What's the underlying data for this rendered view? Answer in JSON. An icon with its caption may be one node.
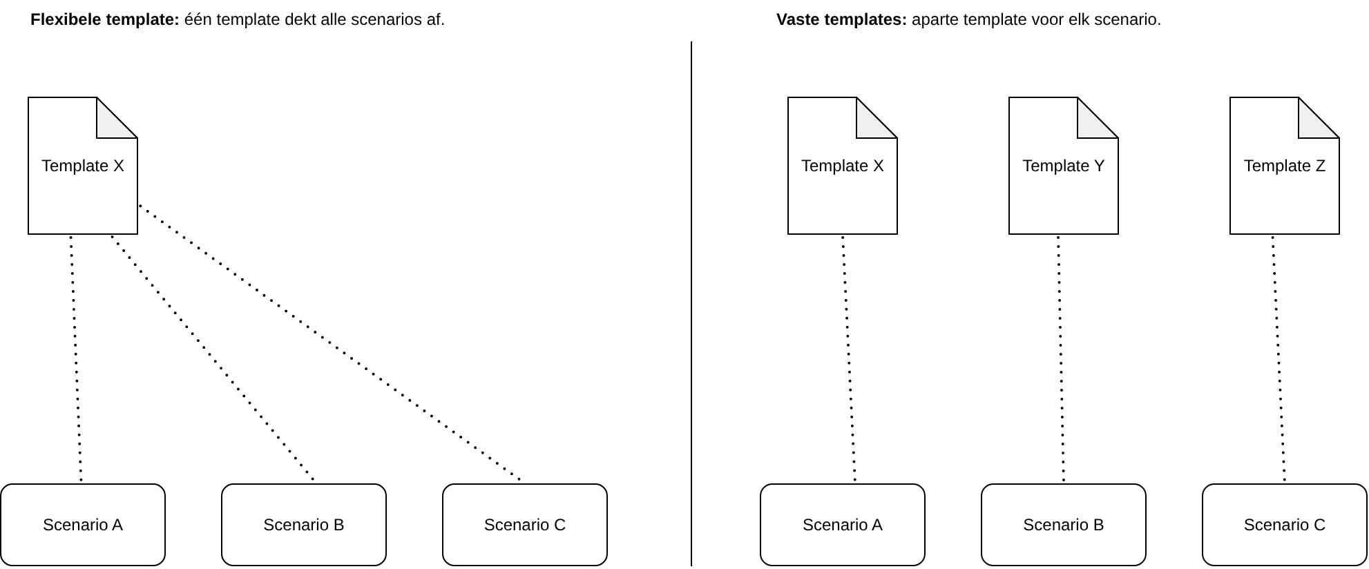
{
  "diagram": {
    "nodes": [
      {
        "text": [
          "Template X"
        ]
      },
      {
        "text": [
          "Scenario A"
        ]
      },
      {
        "text": [
          "Scenario B"
        ]
      },
      {
        "text": [
          "Scenario C"
        ]
      },
      {
        "text": [
          "Template X"
        ]
      },
      {
        "text": [
          "Template Y"
        ]
      },
      {
        "text": [
          "Template Z"
        ]
      },
      {
        "text": [
          "Scenario A"
        ]
      },
      {
        "text": [
          "Scenario B"
        ]
      },
      {
        "text": [
          "Scenario C"
        ]
      }
    ],
    "edges": [
      {
        "from": 0,
        "to": 1,
        "arrow": "none",
        "style": "dashed"
      },
      {
        "from": 0,
        "to": 2,
        "arrow": "none",
        "style": "dashed"
      },
      {
        "from": 0,
        "to": 3,
        "arrow": "none",
        "style": "dashed"
      },
      {
        "from": 4,
        "to": 7,
        "arrow": "none",
        "style": "dashed"
      },
      {
        "from": 5,
        "to": 8,
        "arrow": "none",
        "style": "dashed"
      },
      {
        "from": 6,
        "to": 9,
        "arrow": "none",
        "style": "dashed"
      }
    ],
    "labels": [
      "**Flexibele template:** één template dekt alle scenarios af.",
      "**Vaste templates:** aparte template voor elk scenario."
    ]
  }
}
